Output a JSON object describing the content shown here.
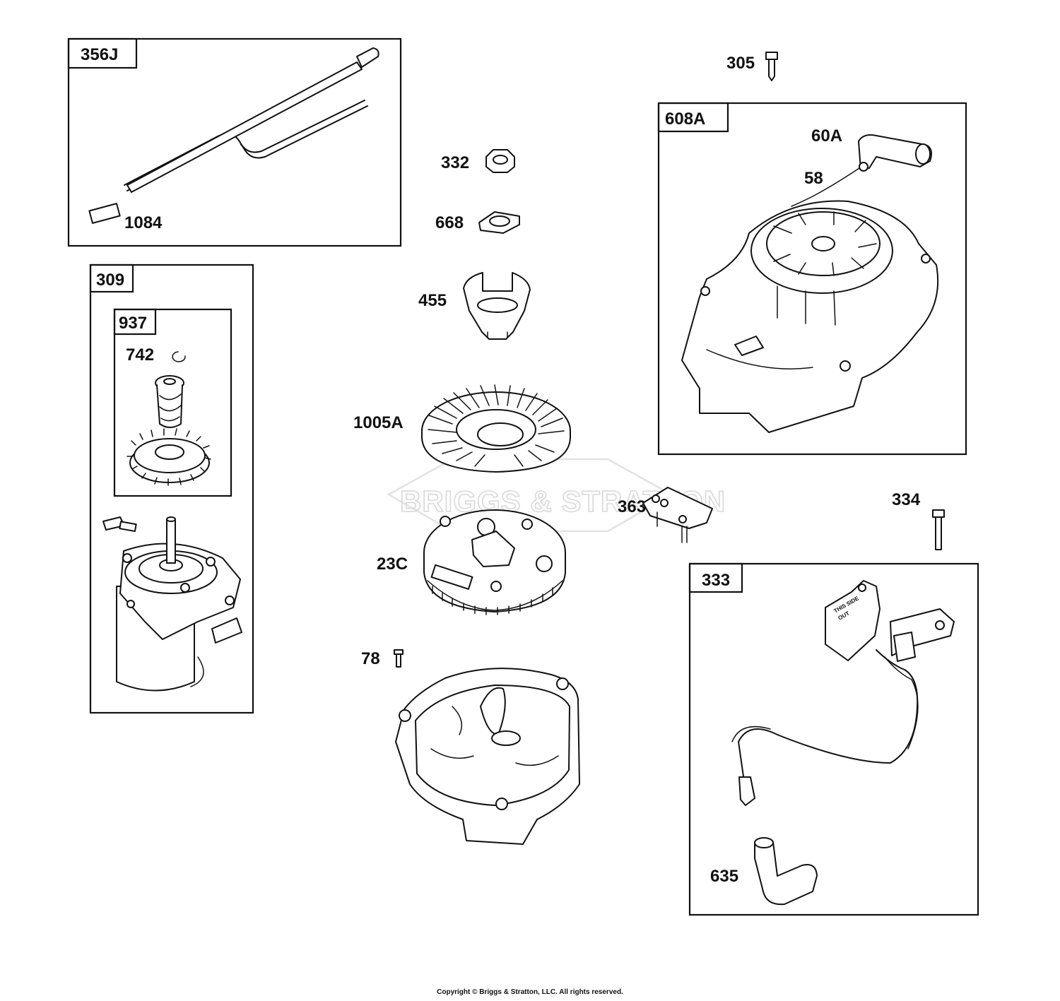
{
  "watermark": {
    "text": "BRIGGS & STRATTON"
  },
  "groups": {
    "g356J": "356J",
    "g309": "309",
    "g937": "937",
    "g608A": "608A",
    "g333": "333"
  },
  "parts": {
    "p1084": "1084",
    "p742": "742",
    "p332": "332",
    "p668": "668",
    "p455": "455",
    "p1005A": "1005A",
    "p363": "363",
    "p23C": "23C",
    "p78": "78",
    "p305": "305",
    "p60A": "60A",
    "p58": "58",
    "p334": "334",
    "p635": "635"
  },
  "coil_marking": [
    "THIS SIDE",
    "OUT"
  ],
  "copyright": "Copyright © Briggs & Stratton, LLC. All rights reserved."
}
